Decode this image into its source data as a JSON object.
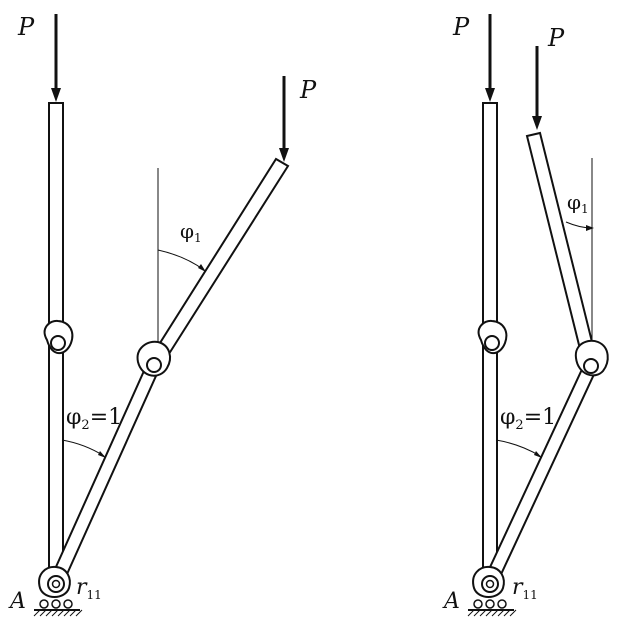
{
  "labels": {
    "force": "P",
    "angle1_sym": "φ",
    "angle1_sub": "1",
    "angle2_sym": "φ",
    "angle2_sub": "2",
    "angle2_val": "=1",
    "support": "A",
    "reaction_sym": "r",
    "reaction_sub": "11"
  },
  "colors": {
    "ink": "#111111",
    "background": "#ffffff"
  }
}
